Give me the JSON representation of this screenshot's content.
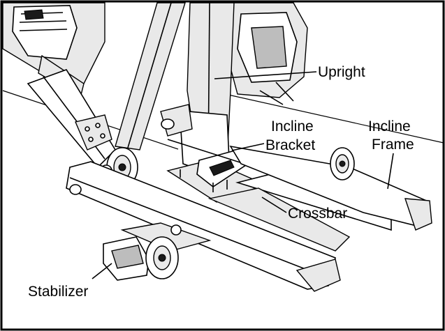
{
  "labels": {
    "upright": "Upright",
    "incline_bracket_line1": "Incline",
    "incline_bracket_line2": "Bracket",
    "incline_frame_line1": "Incline",
    "incline_frame_line2": "Frame",
    "crossbar": "Crossbar",
    "stabilizer": "Stabilizer"
  }
}
